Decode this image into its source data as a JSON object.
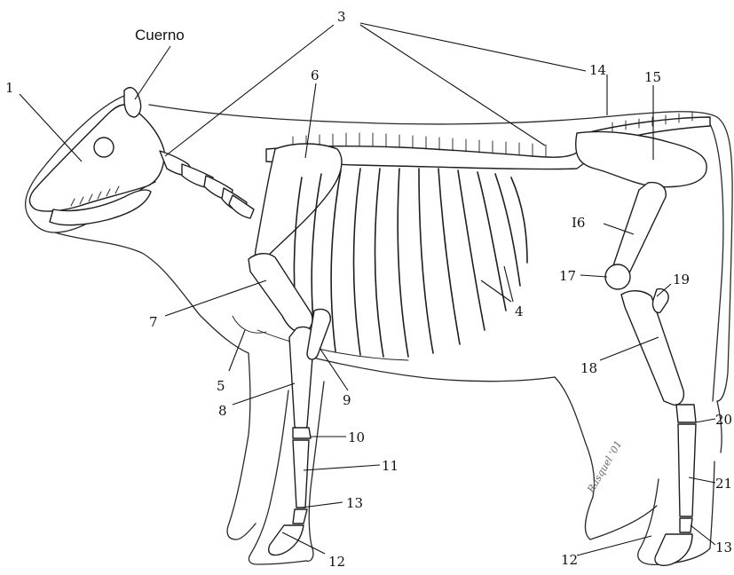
{
  "labels": {
    "horn": "Cuerno",
    "n1": "1",
    "n3": "3",
    "n4": "4",
    "n5": "5",
    "n6": "6",
    "n7": "7",
    "n8": "8",
    "n9": "9",
    "n10": "10",
    "n11": "11",
    "n12a": "12",
    "n12b": "12",
    "n13a": "13",
    "n13b": "13",
    "n14": "14",
    "n15": "15",
    "n16": "I6",
    "n17": "17",
    "n18": "18",
    "n19": "19",
    "n20": "20",
    "n21": "21"
  },
  "signature": "Rasquel '01"
}
